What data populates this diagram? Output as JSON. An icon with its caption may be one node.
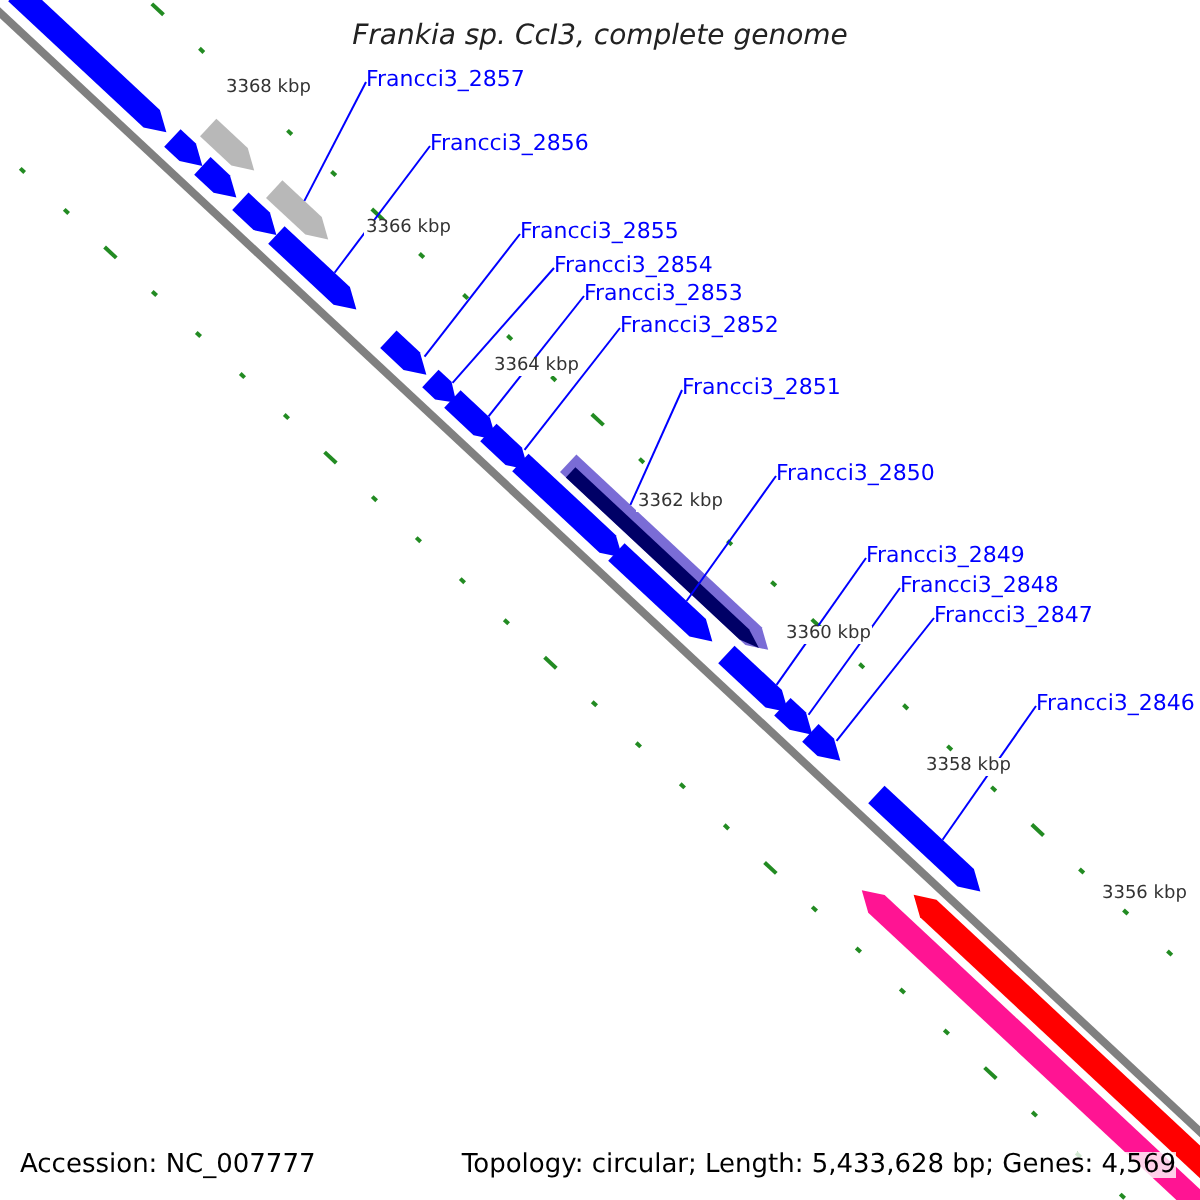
{
  "diagram": {
    "title": "Frankia sp. CcI3, complete genome",
    "nodes": [
      {
        "text": [
          "Francci3_2857"
        ]
      },
      {
        "text": [
          "Francci3_2856"
        ]
      },
      {
        "text": [
          "Francci3_2855"
        ]
      },
      {
        "text": [
          "Francci3_2854"
        ]
      },
      {
        "text": [
          "Francci3_2853"
        ]
      },
      {
        "text": [
          "Francci3_2852"
        ]
      },
      {
        "text": [
          "Francci3_2851"
        ]
      },
      {
        "text": [
          "Francci3_2850"
        ]
      },
      {
        "text": [
          "Francci3_2849"
        ]
      },
      {
        "text": [
          "Francci3_2848"
        ]
      },
      {
        "text": [
          "Francci3_2847"
        ]
      },
      {
        "text": [
          "Francci3_2846"
        ]
      },
      {
        "text": [],
        "shape": "arrow"
      },
      {
        "text": [],
        "shape": "arrow"
      },
      {
        "text": [],
        "shape": "arrow"
      },
      {
        "text": [],
        "shape": "arrow"
      },
      {
        "text": [],
        "shape": "arrow"
      },
      {
        "text": [],
        "shape": "arrow"
      },
      {
        "text": [],
        "shape": "arrow"
      },
      {
        "text": [],
        "shape": "arrow"
      },
      {
        "text": [],
        "shape": "arrow"
      },
      {
        "text": [],
        "shape": "arrow"
      },
      {
        "text": [],
        "shape": "arrow"
      },
      {
        "text": [],
        "shape": "arrow"
      },
      {
        "text": [],
        "shape": "arrow"
      },
      {
        "text": [],
        "shape": "arrow"
      },
      {
        "text": [],
        "shape": "arrow"
      },
      {
        "text": [],
        "shape": "arrow"
      },
      {
        "text": [],
        "shape": "arrow"
      },
      {
        "text": [],
        "shape": "arrow"
      },
      {
        "text": [],
        "shape": "arrow"
      },
      {
        "text": [],
        "shape": "arrow"
      }
    ],
    "edges": [
      {
        "from": 0,
        "to": 17,
        "arrow": "none"
      },
      {
        "from": 1,
        "to": 18,
        "arrow": "none"
      },
      {
        "from": 2,
        "to": 19,
        "arrow": "none"
      },
      {
        "from": 3,
        "to": 20,
        "arrow": "none"
      },
      {
        "from": 4,
        "to": 21,
        "arrow": "none"
      },
      {
        "from": 5,
        "to": 22,
        "arrow": "none"
      },
      {
        "from": 6,
        "to": 24,
        "arrow": "none"
      },
      {
        "from": 7,
        "to": 25,
        "arrow": "none"
      },
      {
        "from": 8,
        "to": 26,
        "arrow": "none"
      },
      {
        "from": 9,
        "to": 27,
        "arrow": "none"
      },
      {
        "from": 10,
        "to": 28,
        "arrow": "none"
      },
      {
        "from": 11,
        "to": 29,
        "arrow": "none"
      }
    ],
    "labels": [
      "3368 kbp",
      "3366 kbp",
      "3364 kbp",
      "3362 kbp",
      "3360 kbp",
      "3358 kbp",
      "3356 kbp",
      "Accession: NC_007777",
      "Topology: circular; Length: 5,433,628 bp; Genes: 4,569"
    ]
  }
}
